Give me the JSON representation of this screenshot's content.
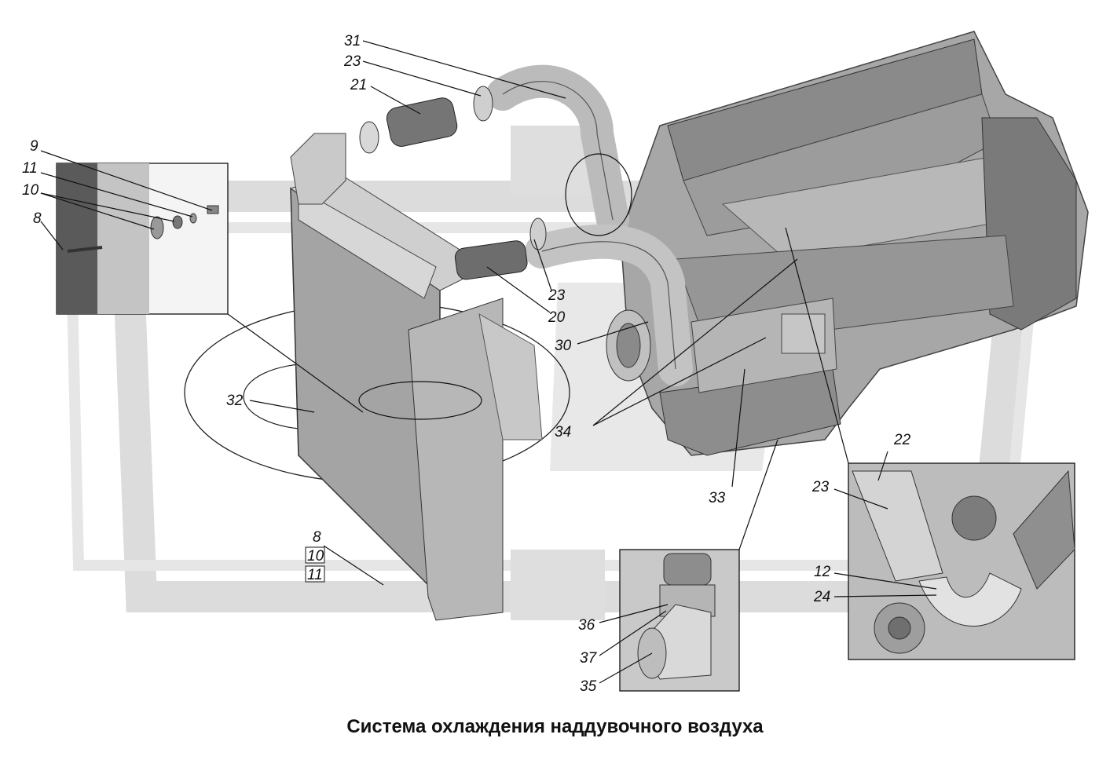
{
  "caption": "Система охлаждения наддувочного воздуха",
  "callouts": {
    "c31": "31",
    "c23a": "23",
    "c21": "21",
    "c9": "9",
    "c11a": "11",
    "c10a": "10",
    "c8a": "8",
    "c23b": "23",
    "c20": "20",
    "c30": "30",
    "c32": "32",
    "c34": "34",
    "c33": "33",
    "c22": "22",
    "c23c": "23",
    "c12": "12",
    "c24": "24",
    "c8b": "8",
    "c10b": "10",
    "c11b": "11",
    "c36": "36",
    "c37": "37",
    "c35": "35"
  },
  "colors": {
    "watermark": "#dcdcdc",
    "part_light": "#cfcfcf",
    "part_mid": "#a9a9a9",
    "part_dark": "#6e6e6e",
    "ink": "#111111"
  }
}
